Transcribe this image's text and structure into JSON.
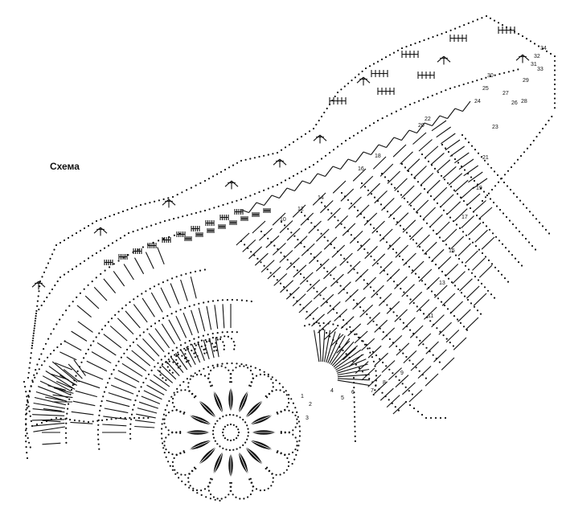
{
  "title": "Схема",
  "row_labels": [
    "1",
    "2",
    "3",
    "4",
    "5",
    "6",
    "7",
    "8",
    "9",
    "10",
    "11",
    "12",
    "13",
    "14",
    "15",
    "16",
    "17",
    "18",
    "19",
    "20",
    "21",
    "22",
    "23",
    "24",
    "25",
    "26",
    "27",
    "28",
    "29",
    "30",
    "31",
    "32",
    "33",
    "34"
  ],
  "colors": {
    "ink": "#111111",
    "background": "#ffffff"
  }
}
